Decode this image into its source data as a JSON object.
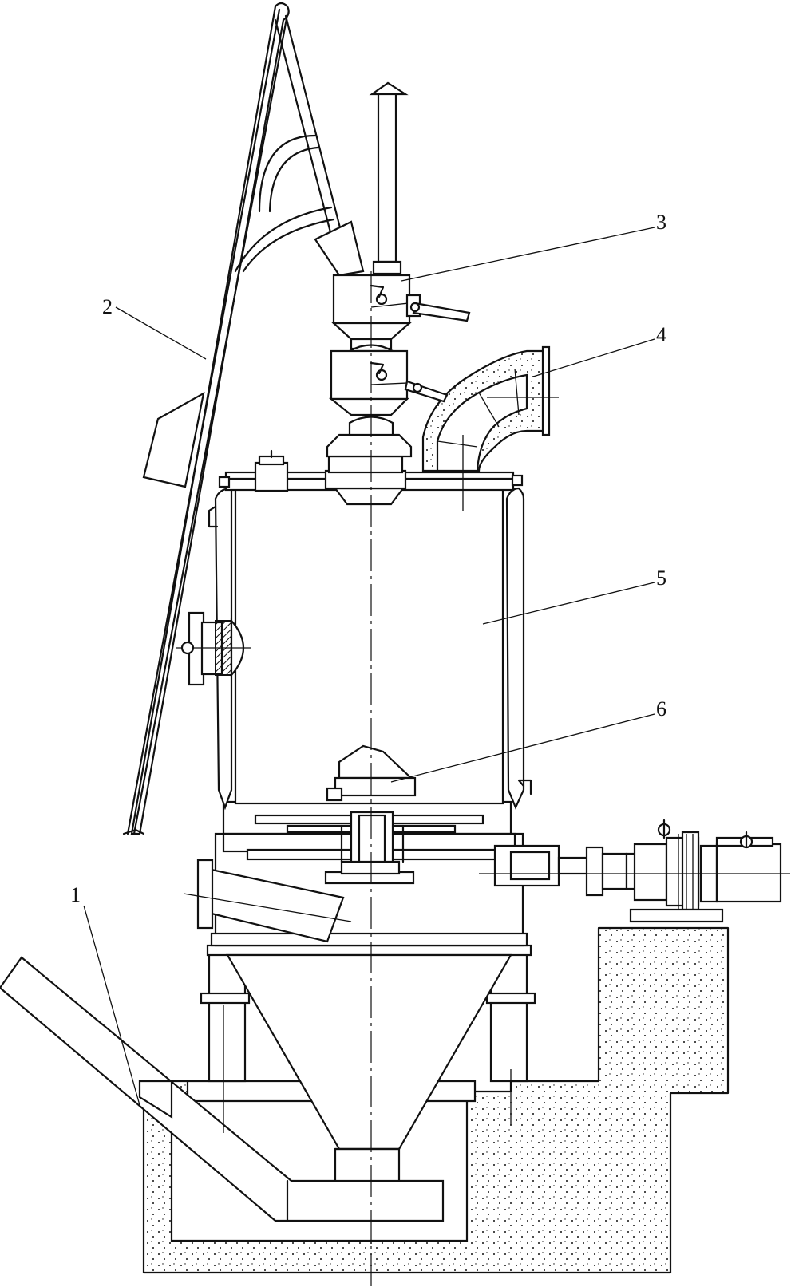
{
  "labels": {
    "1": "1",
    "2": "2",
    "3": "3",
    "4": "4",
    "5": "5",
    "6": "6"
  }
}
